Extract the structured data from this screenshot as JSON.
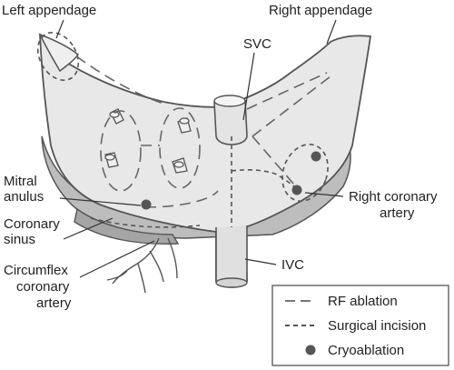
{
  "labels": {
    "left_appendage": "Left appendage",
    "right_appendage": "Right appendage",
    "svc": "SVC",
    "mitral_line1": "Mitral",
    "mitral_line2": "anulus",
    "coronary_line1": "Coronary",
    "coronary_line2": "sinus",
    "circumflex_line1": "Circumflex",
    "circumflex_line2": "coronary",
    "circumflex_line3": "artery",
    "right_coronary_line1": "Right coronary",
    "right_coronary_line2": "artery",
    "ivc": "IVC"
  },
  "legend": {
    "rf_ablation": "RF ablation",
    "surgical_incision": "Surgical incision",
    "cryoablation": "Cryoablation"
  },
  "colors": {
    "tissue_light": "#e6e6e6",
    "tissue_mid": "#c4c4c4",
    "tissue_dark": "#9a9a9a",
    "outline": "#555555",
    "marker": "#555555"
  }
}
